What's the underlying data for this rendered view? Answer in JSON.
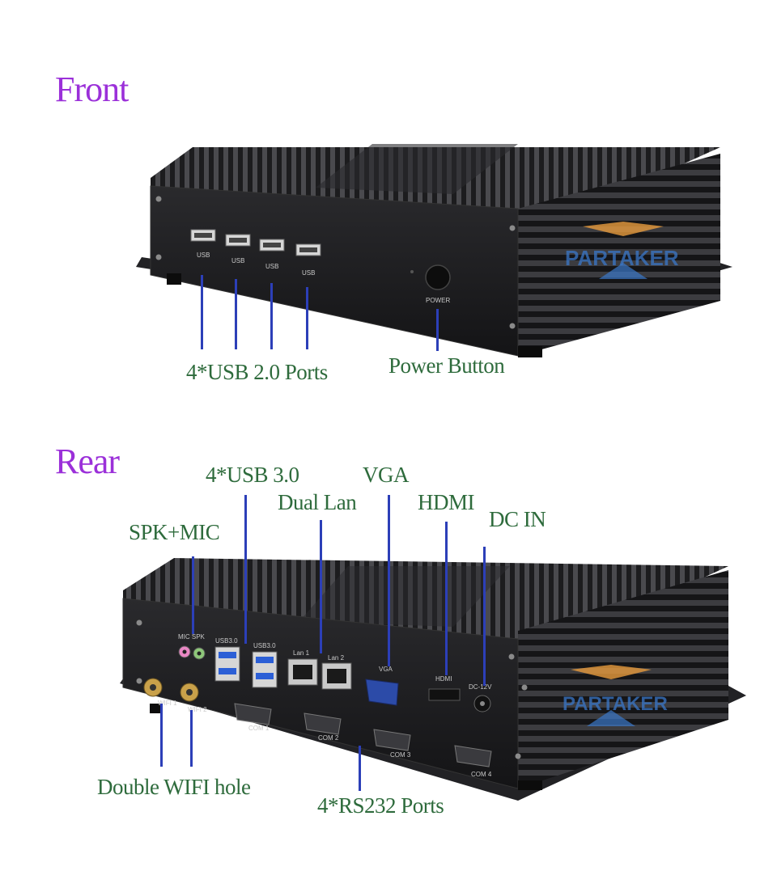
{
  "front": {
    "title": "Front",
    "usb_port_label": "USB",
    "power_label": "POWER",
    "callouts": {
      "usb": "4*USB 2.0 Ports",
      "power": "Power Button"
    }
  },
  "rear": {
    "title": "Rear",
    "port_labels": {
      "mic_spk": "MIC SPK",
      "usb3_a": "USB3.0",
      "usb3_b": "USB3.0",
      "lan1": "Lan 1",
      "lan2": "Lan 2",
      "vga": "VGA",
      "hdmi": "HDMI",
      "dc": "DC-12V",
      "wifi1": "WIFI 1",
      "wifi2": "WIFI 2",
      "com1": "COM 1",
      "com2": "COM 2",
      "com3": "COM 3",
      "com4": "COM 4"
    },
    "callouts": {
      "usb3": "4*USB 3.0",
      "vga": "VGA",
      "dual_lan": "Dual Lan",
      "hdmi": "HDMI",
      "dc_in": "DC IN",
      "spk_mic": "SPK+MIC",
      "wifi": "Double WIFI hole",
      "rs232": "4*RS232 Ports"
    }
  },
  "watermark": "PARTAKER",
  "colors": {
    "title": "#9b30d9",
    "callout_text": "#2e6b3c",
    "leader_line": "#2c3fb8",
    "chassis": "#1b1b1d"
  }
}
